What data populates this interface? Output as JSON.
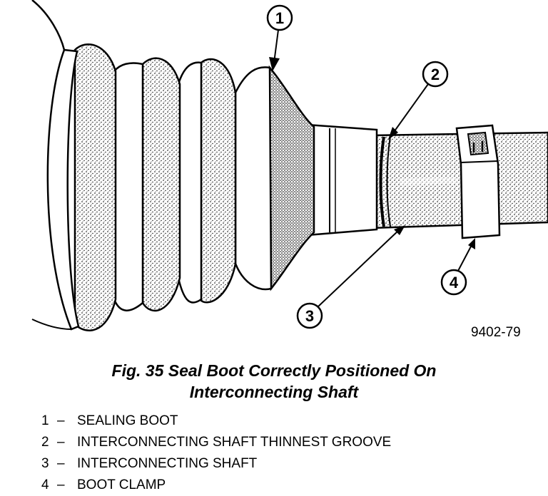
{
  "figure_id": "9402-79",
  "caption": {
    "line1": "Fig. 35 Seal Boot Correctly Positioned On",
    "line2": "Interconnecting Shaft"
  },
  "callouts": [
    "1",
    "2",
    "3",
    "4"
  ],
  "legend": [
    {
      "num": "1",
      "dash": "–",
      "text": "SEALING BOOT"
    },
    {
      "num": "2",
      "dash": "–",
      "text": "INTERCONNECTING SHAFT THINNEST GROOVE"
    },
    {
      "num": "3",
      "dash": "–",
      "text": "INTERCONNECTING SHAFT"
    },
    {
      "num": "4",
      "dash": "–",
      "text": "BOOT CLAMP"
    }
  ]
}
